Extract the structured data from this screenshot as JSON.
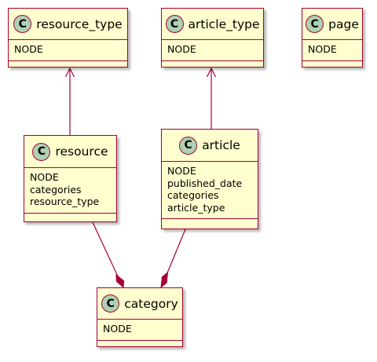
{
  "colors": {
    "class_fill": "#fefece",
    "class_border": "#a80036",
    "stereotype_fill": "#add1b2",
    "edge": "#a80036"
  },
  "classes": [
    {
      "id": "resource_type",
      "stereotype": "C",
      "name": "resource_type",
      "fields": [
        "NODE"
      ]
    },
    {
      "id": "article_type",
      "stereotype": "C",
      "name": "article_type",
      "fields": [
        "NODE"
      ]
    },
    {
      "id": "page",
      "stereotype": "C",
      "name": "page",
      "fields": [
        "NODE"
      ]
    },
    {
      "id": "resource",
      "stereotype": "C",
      "name": "resource",
      "fields": [
        "NODE",
        "categories",
        "resource_type"
      ]
    },
    {
      "id": "article",
      "stereotype": "C",
      "name": "article",
      "fields": [
        "NODE",
        "published_date",
        "categories",
        "article_type"
      ]
    },
    {
      "id": "category",
      "stereotype": "C",
      "name": "category",
      "fields": [
        "NODE"
      ]
    }
  ],
  "relations": [
    {
      "from": "resource",
      "to": "resource_type",
      "kind": "association-arrow"
    },
    {
      "from": "article",
      "to": "article_type",
      "kind": "association-arrow"
    },
    {
      "from": "resource",
      "to": "category",
      "kind": "composition"
    },
    {
      "from": "article",
      "to": "category",
      "kind": "composition"
    }
  ]
}
